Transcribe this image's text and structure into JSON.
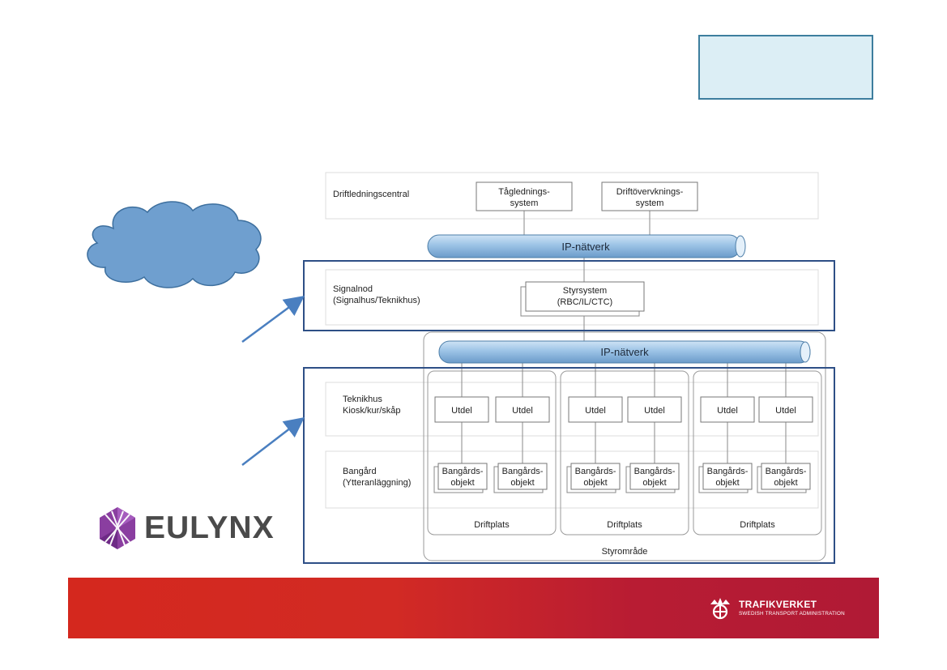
{
  "layers": {
    "driftledningscentral": "Driftledningscentral",
    "signalnod_line1": "Signalnod",
    "signalnod_line2": "(Signalhus/Teknikhus)",
    "teknikhus_line1": "Teknikhus",
    "teknikhus_line2": "Kiosk/kur/skåp",
    "bangard_line1": "Bangård",
    "bangard_line2": "(Ytteranläggning)"
  },
  "systems": {
    "tagledning_line1": "Tågledning­s-",
    "tagledning_line2": "system",
    "driftovervakning_line1": "Driftövervknings-",
    "driftovervakning_line2": "system",
    "styrsystem_line1": "Styrsystem",
    "styrsystem_line2": "(RBC/IL/CTC)"
  },
  "networks": {
    "top": "IP-nätverk",
    "bottom": "IP-nätverk"
  },
  "units": {
    "utdel": "Utdel",
    "bangardsobjekt_line1": "Bangårds-",
    "bangardsobjekt_line2": "objekt"
  },
  "driftplats": [
    "Driftplats",
    "Driftplats",
    "Driftplats"
  ],
  "styromrade": "Styrområde",
  "brand": {
    "eulynx": "EULYNX",
    "trafikverket": "TRAFIKVERKET",
    "trafikverket_sub": "SWEDISH TRANSPORT ADMINISTRATION"
  },
  "colors": {
    "cloud": "#6f9fcf",
    "arrow": "#4a7fc0",
    "frame": "#2e4f86",
    "pipe": "#9cc3e6",
    "banner_red": "#d4281e",
    "eulynx_purple": "#8a3ea0"
  }
}
